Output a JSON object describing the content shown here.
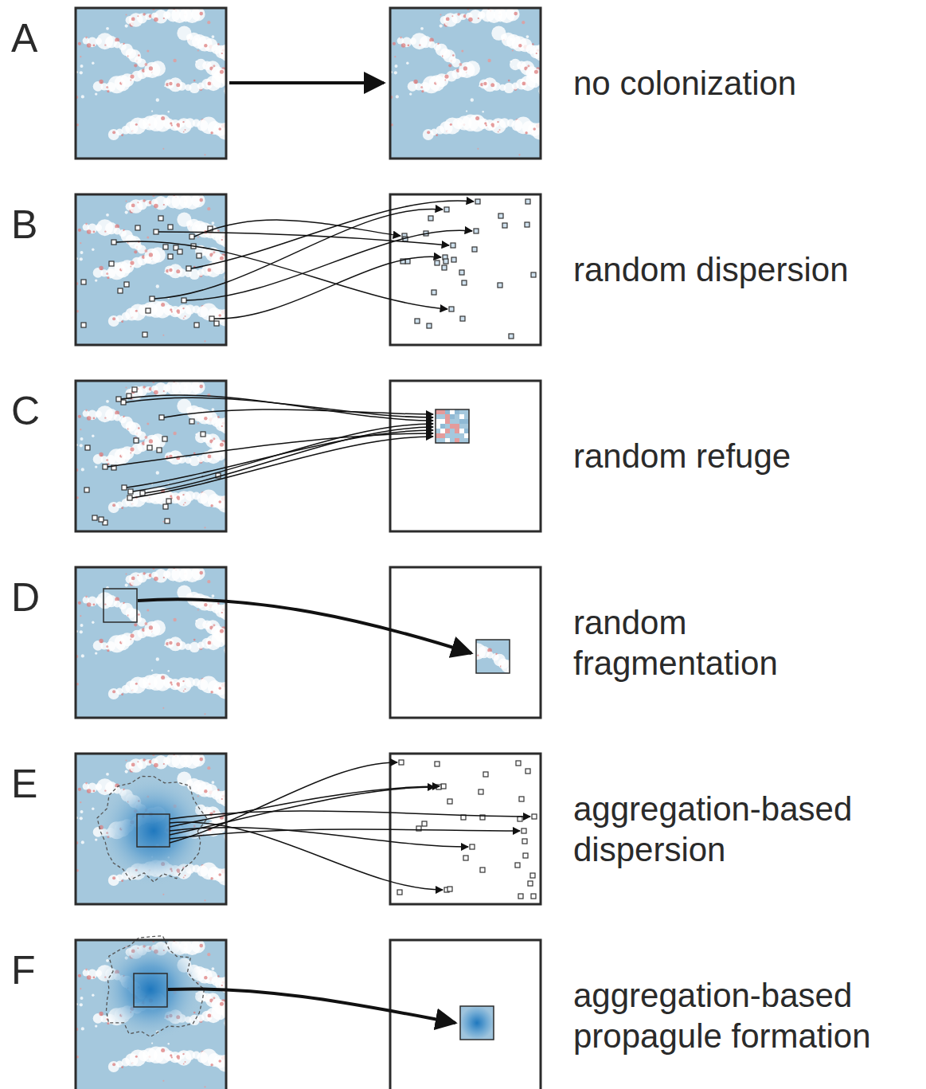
{
  "diagram": {
    "labels": [
      "A",
      "no colonization",
      "B",
      "random dispersion",
      "C",
      "random refuge",
      "D",
      "random fragmentation",
      "E",
      "aggregation-based dispersion",
      "F",
      "aggregation-based propagule formation"
    ]
  }
}
